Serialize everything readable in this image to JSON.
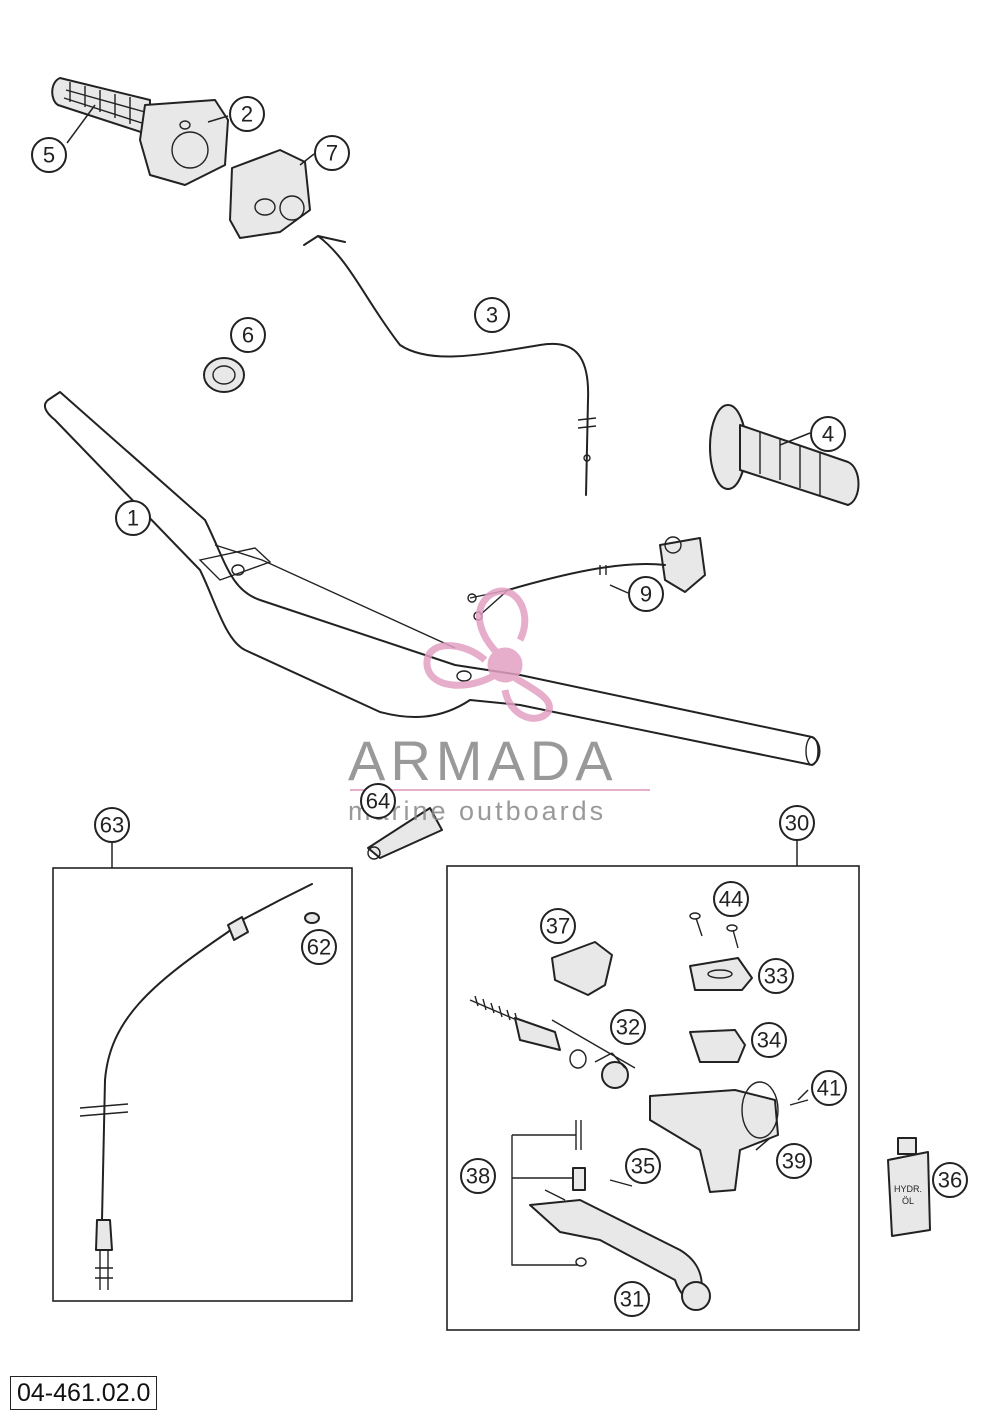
{
  "callouts": {
    "c1": "1",
    "c2": "2",
    "c3": "3",
    "c4": "4",
    "c5": "5",
    "c6": "6",
    "c7": "7",
    "c9": "9",
    "c30": "30",
    "c31": "31",
    "c32": "32",
    "c33": "33",
    "c34": "34",
    "c35": "35",
    "c36": "36",
    "c37": "37",
    "c38": "38",
    "c39": "39",
    "c41": "41",
    "c44": "44",
    "c62": "62",
    "c63": "63",
    "c64": "64"
  },
  "watermark": {
    "title": "ARMADA",
    "subtitle": "marine outboards",
    "color": "#e3a0c4"
  },
  "oil_label": {
    "line1": "HYDR.",
    "line2": "ÖL"
  },
  "diagram_code": "04-461.02.0"
}
